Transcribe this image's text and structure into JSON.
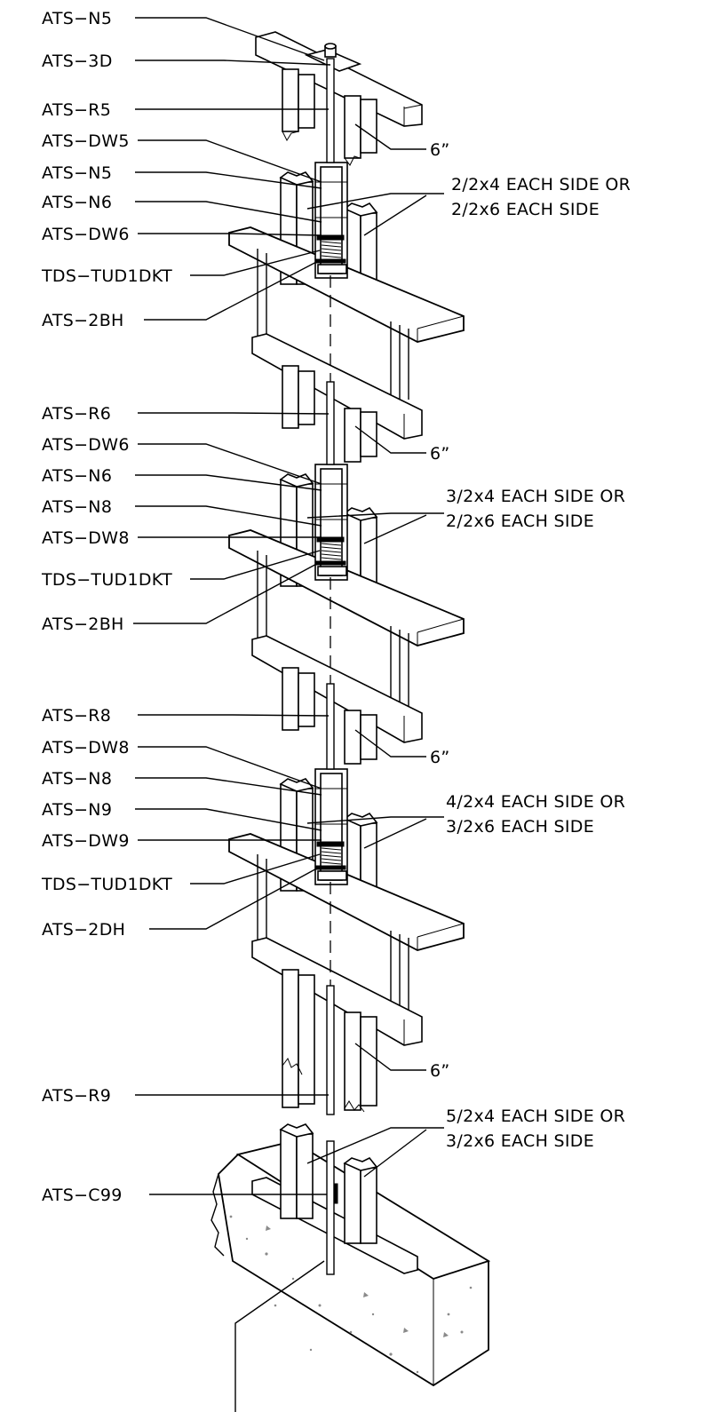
{
  "labels": {
    "l1": "ATS−N5",
    "l2": "ATS−3D",
    "l3": "ATS−R5",
    "l4": "ATS−DW5",
    "l5": "ATS−N5",
    "l6": "ATS−N6",
    "l7": "ATS−DW6",
    "l8": "TDS−TUD1DKT",
    "l9": "ATS−2BH",
    "l10": "ATS−R6",
    "l11": "ATS−DW6",
    "l12": "ATS−N6",
    "l13": "ATS−N8",
    "l14": "ATS−DW8",
    "l15": "TDS−TUD1DKT",
    "l16": "ATS−2BH",
    "l17": "ATS−R8",
    "l18": "ATS−DW8",
    "l19": "ATS−N8",
    "l20": "ATS−N9",
    "l21": "ATS−DW9",
    "l22": "TDS−TUD1DKT",
    "l23": "ATS−2DH",
    "l24": "ATS−R9",
    "l25": "ATS−C99"
  },
  "dims": {
    "d1": "6”",
    "d2": "6”",
    "d3": "6”",
    "d4": "6”"
  },
  "notes": {
    "n1a": "2/2x4 EACH SIDE OR",
    "n1b": "2/2x6 EACH SIDE",
    "n2a": "3/2x4 EACH SIDE OR",
    "n2b": "2/2x6 EACH SIDE",
    "n3a": "4/2x4 EACH SIDE OR",
    "n3b": "3/2x6 EACH SIDE",
    "n4a": "5/2x4 EACH SIDE OR",
    "n4b": "3/2x6 EACH SIDE"
  }
}
